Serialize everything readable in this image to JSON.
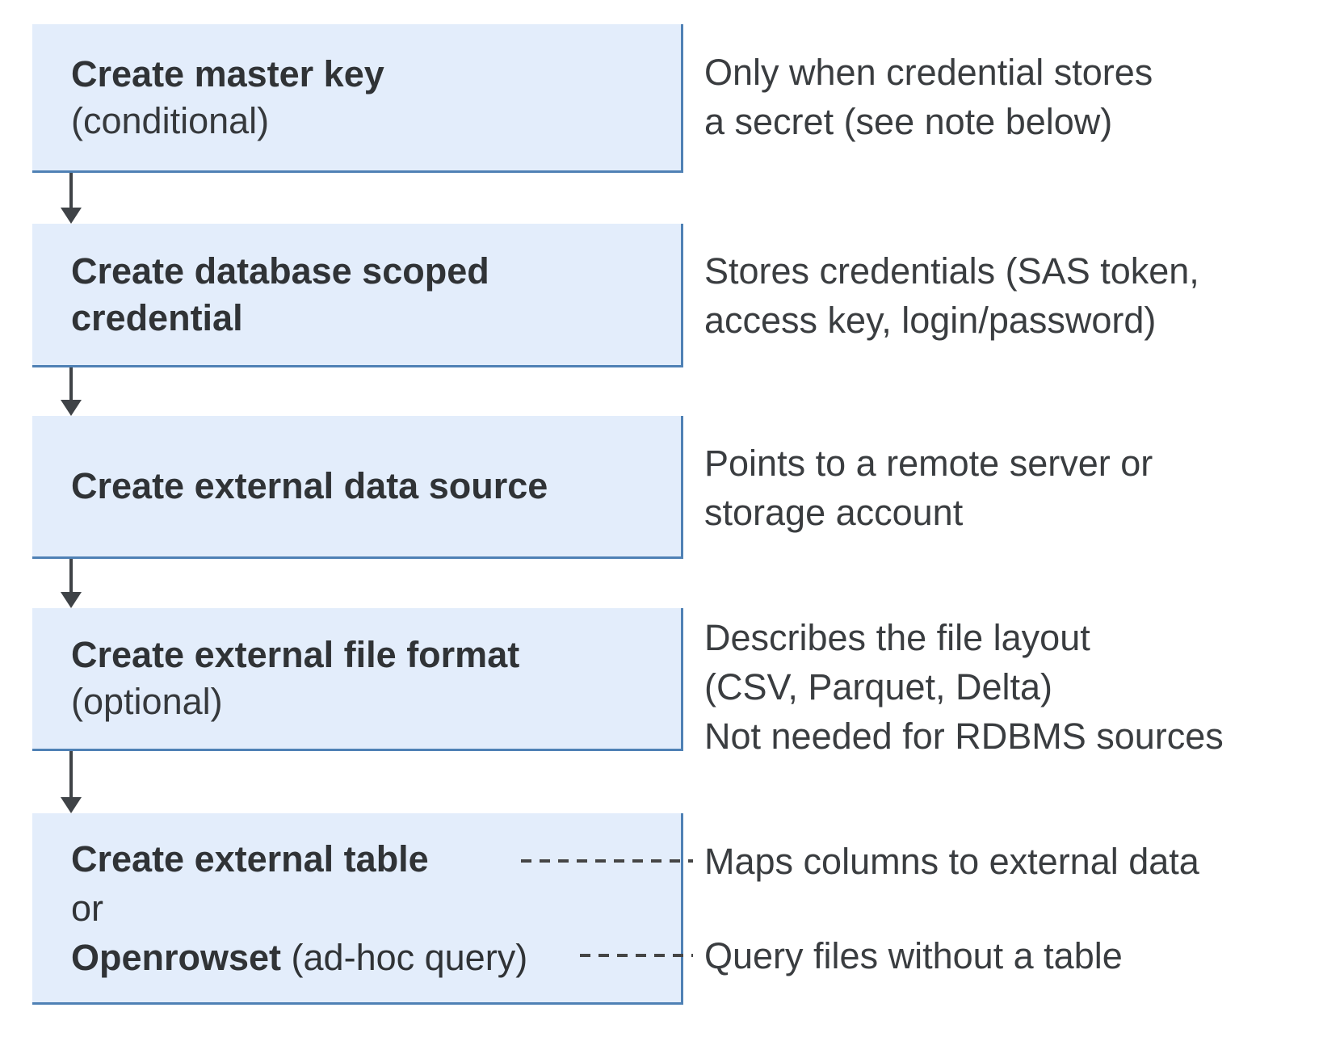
{
  "diagram": {
    "colors": {
      "box_fill": "#e3edfb",
      "box_border": "#4f81b5",
      "text_dark": "#303336",
      "annotation_text": "#3a3d40",
      "arrow": "#3f4347",
      "dash": "#454545"
    },
    "steps": [
      {
        "title": "Create master key",
        "subtitle": "(conditional)",
        "annotation_lines": [
          "Only when credential stores",
          "a secret (see note below)"
        ]
      },
      {
        "title": "Create database scoped credential",
        "annotation_lines": [
          "Stores credentials (SAS token,",
          "access key, login/password)"
        ]
      },
      {
        "title": "Create external data source",
        "annotation_lines": [
          "Points to a remote server or",
          "storage account"
        ]
      },
      {
        "title": "Create external file format",
        "subtitle": "(optional)",
        "annotation_lines": [
          "Describes the file layout",
          "(CSV, Parquet, Delta)",
          "Not needed for RDBMS sources"
        ]
      },
      {
        "line1_bold": "Create external table",
        "line2": "or",
        "line3_bold": "Openrowset",
        "line3_rest": " (ad-hoc query)",
        "annotation_table": "Maps columns to external data",
        "annotation_openrowset": "Query files without a table"
      }
    ]
  }
}
